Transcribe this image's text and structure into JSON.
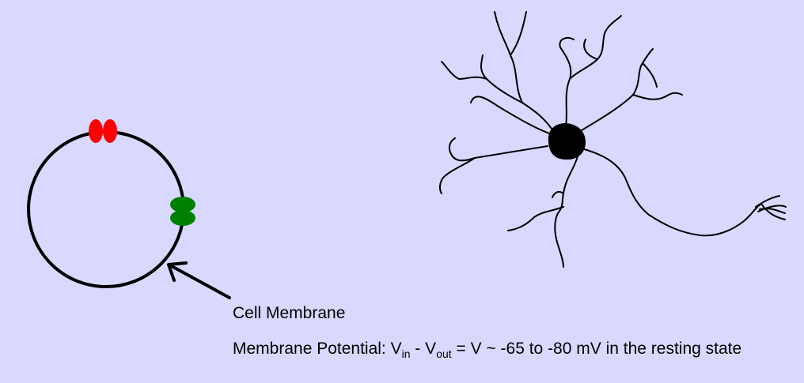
{
  "labels": {
    "cell_membrane": "Cell Membrane",
    "potential_prefix": "Membrane Potential: V",
    "sub_in": "in",
    "minus": " - V",
    "sub_out": "out",
    "potential_suffix": " = V ~ -65 to -80 mV in the resting state"
  },
  "colors": {
    "background": "#d9d9ff",
    "membrane": "#000000",
    "channel_top": "#ff0000",
    "channel_right": "#008000",
    "neuron": "#000000"
  },
  "icons": {
    "channel_top": "ion-channel-icon",
    "channel_right": "ion-channel-icon",
    "arrow": "arrow-icon"
  }
}
